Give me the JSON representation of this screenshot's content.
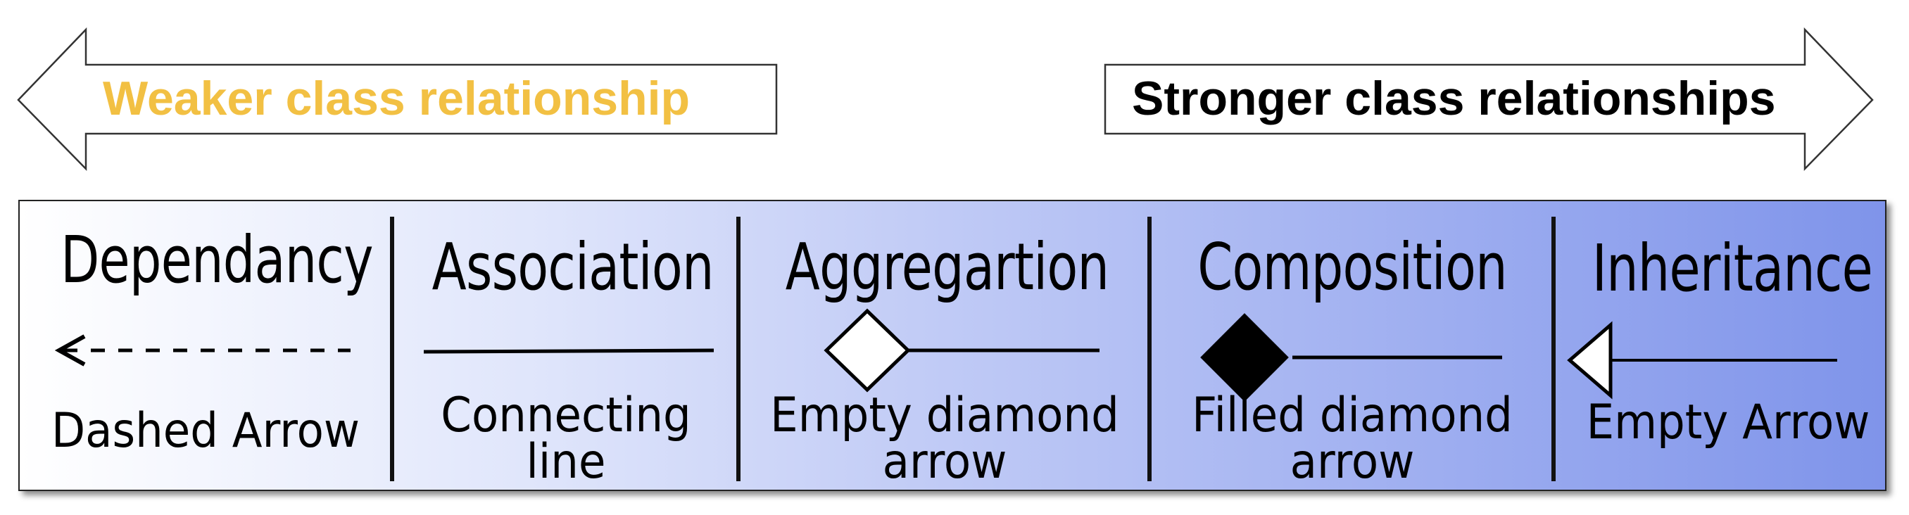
{
  "header": {
    "weaker_label": "Weaker class relationship",
    "stronger_label": "Stronger class relationships"
  },
  "colors": {
    "weaker_text": "#f2c043",
    "stronger_text": "#000000",
    "panel_gradient_start": "#ffffff",
    "panel_gradient_end": "#7f94ea"
  },
  "relationships": [
    {
      "title": "Dependancy",
      "description": [
        "Dashed Arrow"
      ],
      "symbol": "dashed-arrow"
    },
    {
      "title": "Association",
      "description": [
        "Connecting",
        "line"
      ],
      "symbol": "connecting-line"
    },
    {
      "title": "Aggregartion",
      "description": [
        "Empty diamond",
        "arrow"
      ],
      "symbol": "empty-diamond"
    },
    {
      "title": "Composition",
      "description": [
        "Filled diamond",
        "arrow"
      ],
      "symbol": "filled-diamond"
    },
    {
      "title": "Inheritance",
      "description": [
        "Empty Arrow"
      ],
      "symbol": "empty-arrow"
    }
  ]
}
